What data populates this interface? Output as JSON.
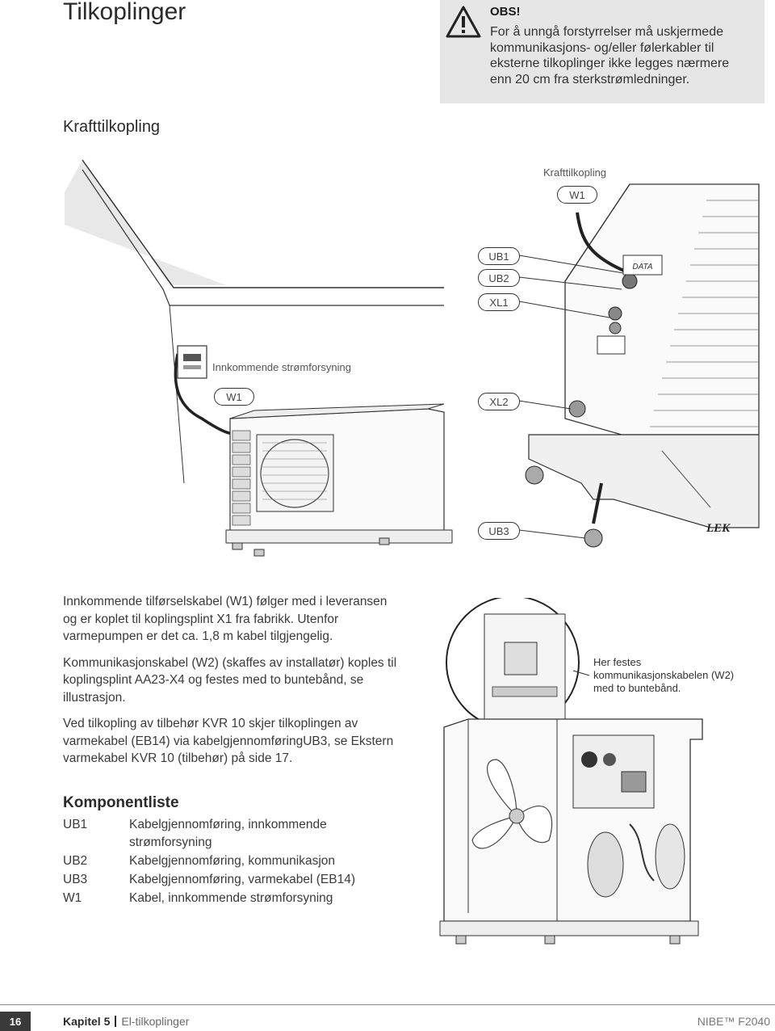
{
  "page": {
    "title": "Tilkoplinger",
    "section_title": "Krafttilkopling"
  },
  "warning": {
    "heading": "OBS!",
    "text": "For å unngå forstyrrelser må uskjermede kommunikasjons- og/eller følerkabler til eksterne tilkoplinger ikke legges nærmere enn 20 cm fra sterkstrømledninger."
  },
  "figure": {
    "caption_top": "Krafttilkopling",
    "incoming_label": "Innkommende strømforsyning",
    "labels": {
      "w1_top": "W1",
      "ub1": "UB1",
      "ub2": "UB2",
      "xl1": "XL1",
      "w1_left": "W1",
      "xl2": "XL2",
      "ub3": "UB3"
    },
    "data_plate": "DATA",
    "brand_mark": "LEK"
  },
  "body": {
    "p1": "Innkommende tilførselskabel (W1) følger med i leveransen og er koplet til koplingsplint X1 fra fabrikk. Utenfor varmepumpen er det ca. 1,8 m kabel tilgjengelig.",
    "p2": "Kommunikasjonskabel (W2) (skaffes av installatør) koples til koplingsplint AA23-X4 og festes med to buntebånd, se illustrasjon.",
    "p3": "Ved tilkopling av tilbehør KVR 10 skjer tilkoplingen av varmekabel (EB14) via kabelgjennomføringUB3, se Ekstern varmekabel KVR 10 (tilbehør) på side 17."
  },
  "components": {
    "heading": "Komponentliste",
    "items": [
      {
        "code": "UB1",
        "desc": "Kabelgjennomføring, innkommende strømforsyning"
      },
      {
        "code": "UB2",
        "desc": "Kabelgjennomføring, kommunikasjon"
      },
      {
        "code": "UB3",
        "desc": "Kabelgjennomføring, varmekabel (EB14)"
      },
      {
        "code": "W1",
        "desc": "Kabel, innkommende strømforsyning"
      }
    ]
  },
  "callout": {
    "text": "Her festes kommunikasjonskabelen (W2) med to buntebånd."
  },
  "footer": {
    "page_number": "16",
    "chapter": "Kapitel 5",
    "chapter_sub": "El-tilkoplinger",
    "brand": "NIBE™ F2040"
  }
}
